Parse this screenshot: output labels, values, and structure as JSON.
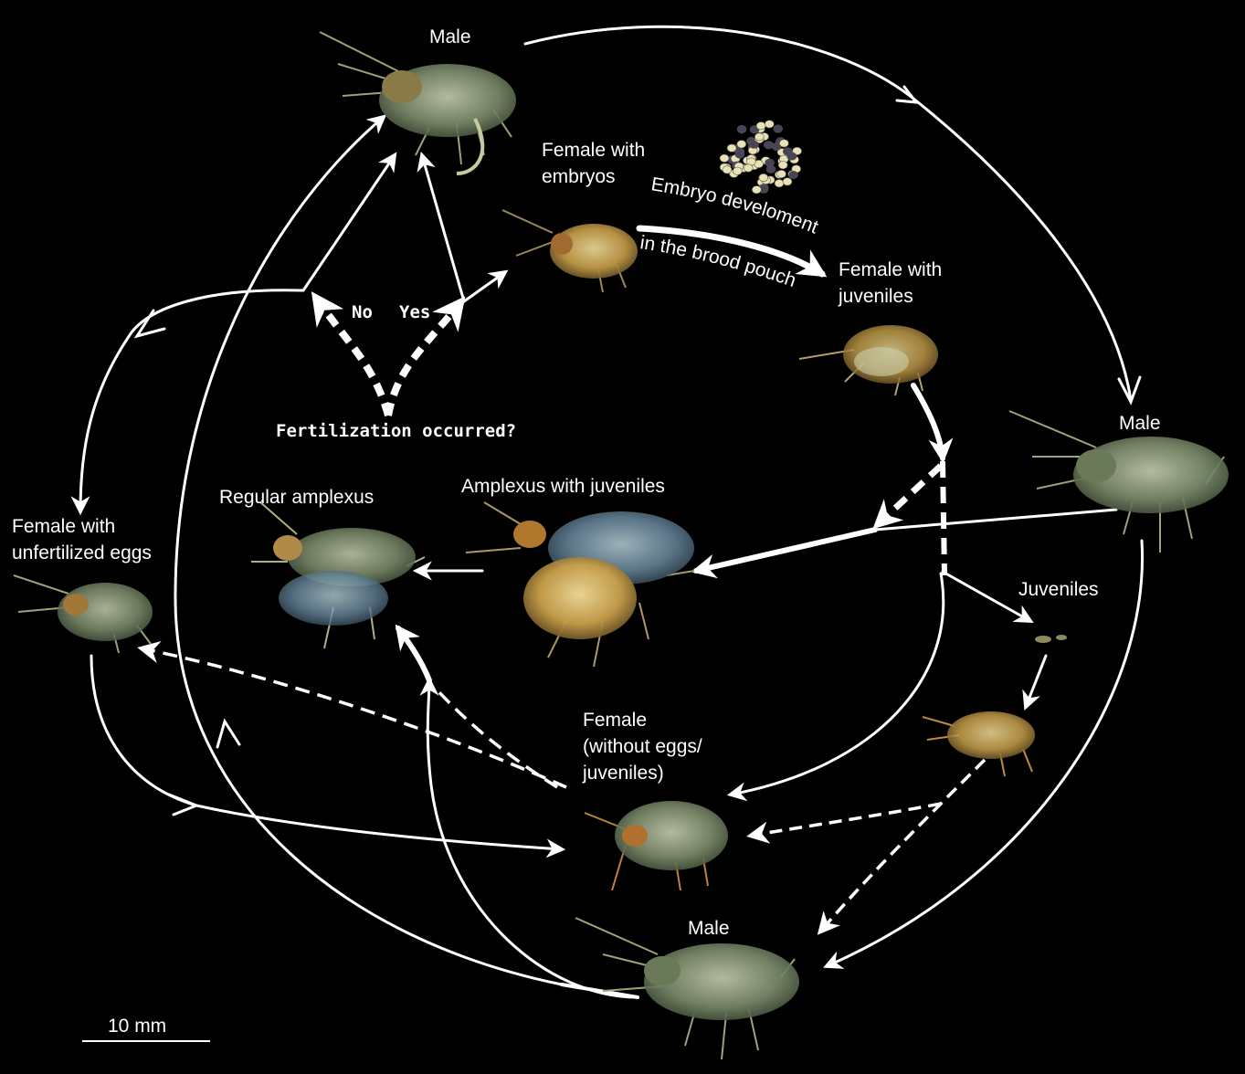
{
  "labels": {
    "male_top": "Male",
    "female_embryos_1": "Female with",
    "female_embryos_2": "embryos",
    "embryo_dev_1": "Embryo develoment",
    "embryo_dev_2": "in the brood pouch",
    "female_juveniles_1": "Female with",
    "female_juveniles_2": "juveniles",
    "male_right": "Male",
    "no": "No",
    "yes": "Yes",
    "fertilization": "Fertilization occurred?",
    "female_unfert_1": "Female with",
    "female_unfert_2": "unfertilized eggs",
    "regular_amplexus": "Regular amplexus",
    "amplexus_juveniles": "Amplexus with juveniles",
    "juveniles": "Juveniles",
    "female_plain_1": "Female",
    "female_plain_2": "(without eggs/",
    "female_plain_3": "juveniles)",
    "male_bottom": "Male",
    "scale": "10 mm"
  },
  "colors": {
    "background": "#000000",
    "arrows": "#ffffff",
    "animal_body": "#7f8f6e",
    "animal_warm": "#c9a04a",
    "animal_blue": "#6a8aa0"
  },
  "organisms": [
    {
      "name": "male-top-animal",
      "kind": "male"
    },
    {
      "name": "female-embryos-animal",
      "kind": "female-embryos"
    },
    {
      "name": "egg-cluster",
      "kind": "eggs"
    },
    {
      "name": "female-juveniles-animal",
      "kind": "female-juveniles"
    },
    {
      "name": "male-right-animal",
      "kind": "male"
    },
    {
      "name": "female-unfertilized-animal",
      "kind": "female-unfertilized"
    },
    {
      "name": "regular-amplexus-animal",
      "kind": "amplexus"
    },
    {
      "name": "amplexus-juveniles-animal",
      "kind": "amplexus-juveniles"
    },
    {
      "name": "juveniles-animal",
      "kind": "juveniles"
    },
    {
      "name": "juvenile-grown-animal",
      "kind": "juvenile-grown"
    },
    {
      "name": "female-plain-animal",
      "kind": "female"
    },
    {
      "name": "male-bottom-animal",
      "kind": "male"
    }
  ]
}
